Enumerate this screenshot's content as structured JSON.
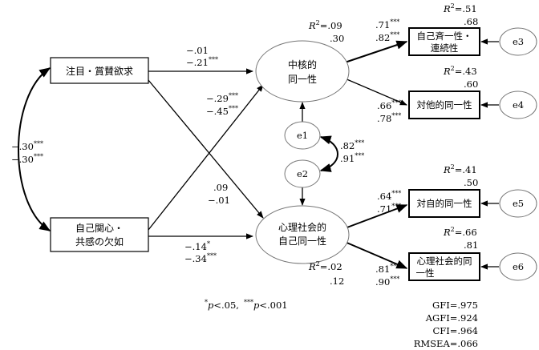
{
  "nodes": {
    "attention": "注目・賞賛欲求",
    "self_concern_1": "自己関心・",
    "self_concern_2": "共感の欠如",
    "core_1": "中核的",
    "core_2": "同一性",
    "psychosocial_1": "心理社会的",
    "psychosocial_2": "自己同一性",
    "selfsame_1": "自己斉一性・",
    "selfsame_2": "連続性",
    "other": "対他的同一性",
    "self_directed": "対自的同一性",
    "psychosocial_ind_1": "心理社会的同",
    "psychosocial_ind_2": "一性",
    "e1": "e1",
    "e2": "e2",
    "e3": "e3",
    "e4": "e4",
    "e5": "e5",
    "e6": "e6"
  },
  "coefficients": {
    "att_core": [
      ".01",
      ".21"
    ],
    "self_core": [
      ".29",
      ".45"
    ],
    "att_psy": [
      ".09",
      ".01"
    ],
    "self_psy": [
      ".14",
      ".34"
    ],
    "corr_exog": [
      ".30",
      ".30"
    ],
    "core_selfsame": [
      ".71",
      ".82"
    ],
    "core_other": [
      ".66",
      ".78"
    ],
    "psy_selfdir": [
      ".64",
      ".71"
    ],
    "psy_ind": [
      ".81",
      ".90"
    ],
    "e1e2": [
      ".82",
      ".91"
    ]
  },
  "r2": {
    "core": [
      ".09",
      ".30"
    ],
    "psy": [
      ".02",
      ".12"
    ],
    "selfsame": [
      ".51",
      ".68"
    ],
    "other": [
      ".43",
      ".60"
    ],
    "selfdir": [
      ".41",
      ".50"
    ],
    "ind": [
      ".66",
      ".81"
    ]
  },
  "footnote": {
    "p05": "<.05,",
    "p001": "<.001"
  },
  "fit": {
    "gfi": "GFI=.975",
    "agfi": "AGFI=.924",
    "cfi": "CFI=.964",
    "rmsea": "RMSEA=.066"
  }
}
